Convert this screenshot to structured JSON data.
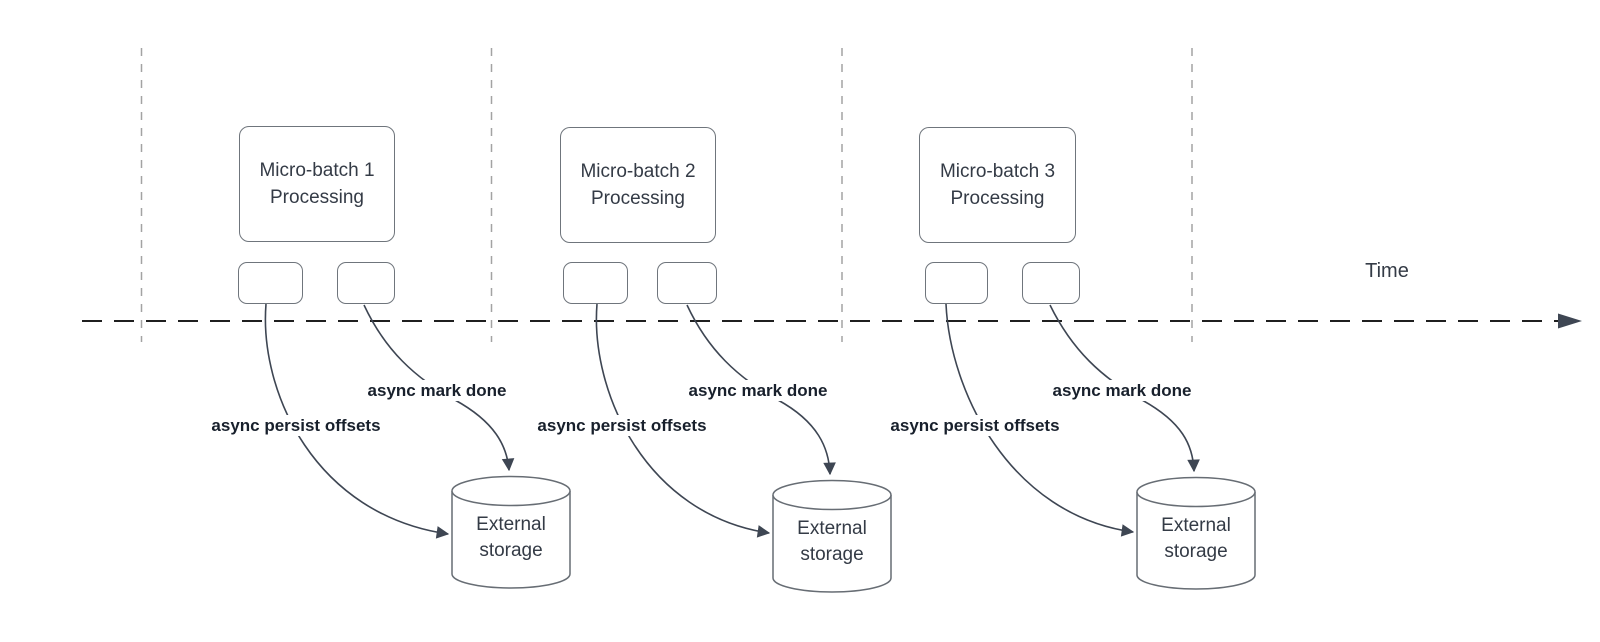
{
  "diagram": {
    "type": "micro-batch streaming timeline",
    "colors": {
      "background": "#ffffff",
      "shape_border": "#6f757c",
      "guide_line": "#a3a3a3",
      "timeline_stroke": "#1f1f1f",
      "arrow_stroke": "#3e4653",
      "shape_text": "#343b46",
      "label_text": "#18202c"
    },
    "timeline": {
      "label": "Time"
    },
    "batches": [
      {
        "title": "Micro-batch 1 Processing",
        "persist_label": "async persist offsets",
        "done_label": "async mark done",
        "storage_label": "External storage"
      },
      {
        "title": "Micro-batch 2 Processing",
        "persist_label": "async persist offsets",
        "done_label": "async mark done",
        "storage_label": "External storage"
      },
      {
        "title": "Micro-batch 3 Processing",
        "persist_label": "async persist offsets",
        "done_label": "async mark done",
        "storage_label": "External storage"
      }
    ]
  }
}
